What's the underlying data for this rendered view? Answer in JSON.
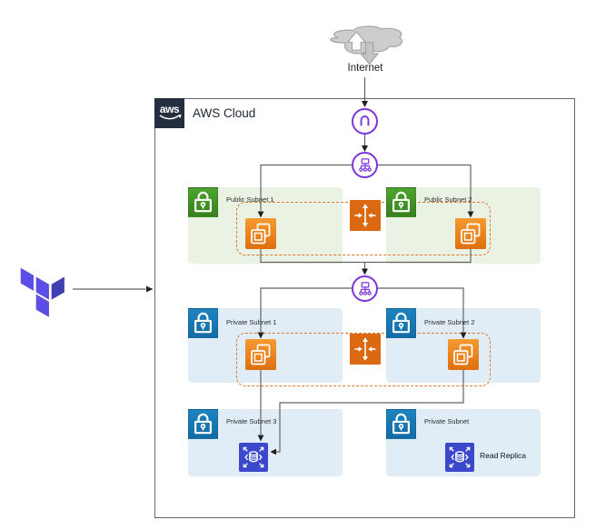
{
  "diagram": {
    "internet": {
      "label": "Internet",
      "icon": "internet-cloud-icon"
    },
    "terraform": {
      "icon": "terraform-logo"
    },
    "aws_cloud": {
      "logo_text": "aws",
      "label": "AWS Cloud",
      "logo_icon": "aws-logo"
    },
    "gateway": {
      "icon": "internet-gateway-icon"
    },
    "load_balancers": [
      {
        "icon": "elastic-load-balancer-icon"
      },
      {
        "icon": "elastic-load-balancer-icon"
      }
    ],
    "subnets": [
      {
        "id": "public-subnet-1",
        "label": "Public Subnet 1",
        "type": "public"
      },
      {
        "id": "public-subnet-2",
        "label": "Public Subnet 2",
        "type": "public"
      },
      {
        "id": "private-subnet-1",
        "label": "Private Subnet 1",
        "type": "private"
      },
      {
        "id": "private-subnet-2",
        "label": "Private Subnet 2",
        "type": "private"
      },
      {
        "id": "private-subnet-3",
        "label": "Private Subnet 3",
        "type": "private"
      },
      {
        "id": "private-subnet-4",
        "label": "Private Subnet",
        "type": "private"
      }
    ],
    "auto_scaling_groups": [
      {
        "icon": "auto-scaling-icon"
      },
      {
        "icon": "auto-scaling-icon"
      }
    ],
    "ec2_instances": [
      {
        "icon": "ec2-instances-icon",
        "subnet": "public-subnet-1"
      },
      {
        "icon": "ec2-instances-icon",
        "subnet": "public-subnet-2"
      },
      {
        "icon": "ec2-instances-icon",
        "subnet": "private-subnet-1"
      },
      {
        "icon": "ec2-instances-icon",
        "subnet": "private-subnet-2"
      }
    ],
    "rds": {
      "primary_icon": "rds-database-icon",
      "replica_icon": "rds-database-icon",
      "replica_label": "Read Replica"
    },
    "colors": {
      "aws_dark": "#232F3E",
      "public_subnet_fill": "#E9F2E3",
      "public_lock_green": "#3F8624",
      "private_subnet_fill": "#E0EDF6",
      "private_lock_blue": "#1B79B5",
      "ec2_orange": "#E8821C",
      "auto_scaling_orange": "#DB6911",
      "asg_dashed_border": "#E0772C",
      "rds_indigo": "#3B48CC",
      "network_purple": "#7D35DB",
      "terraform_light": "#5C4EE5",
      "terraform_dark": "#4040B2",
      "connector_gray": "#646464"
    }
  }
}
